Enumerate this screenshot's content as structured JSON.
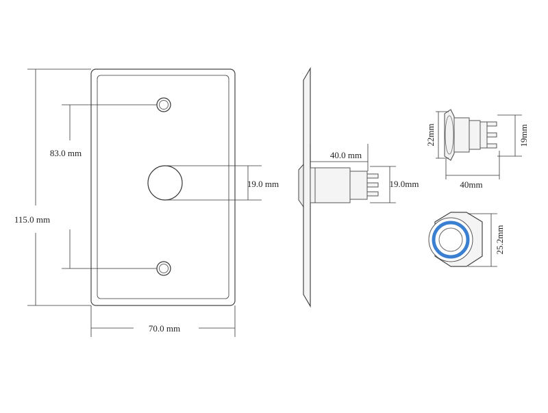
{
  "dimensions": {
    "plate_height": "115.0 mm",
    "hole_spacing": "83.0 mm",
    "button_diameter": "19.0 mm",
    "plate_width": "70.0 mm",
    "side_depth": "40.0 mm",
    "side_button": "19.0mm",
    "small_height_left": "22mm",
    "small_height_right": "19mm",
    "small_length": "40mm",
    "nut_size": "25.2mm"
  },
  "colors": {
    "ring": "#3a7fd0",
    "line": "#333333"
  }
}
